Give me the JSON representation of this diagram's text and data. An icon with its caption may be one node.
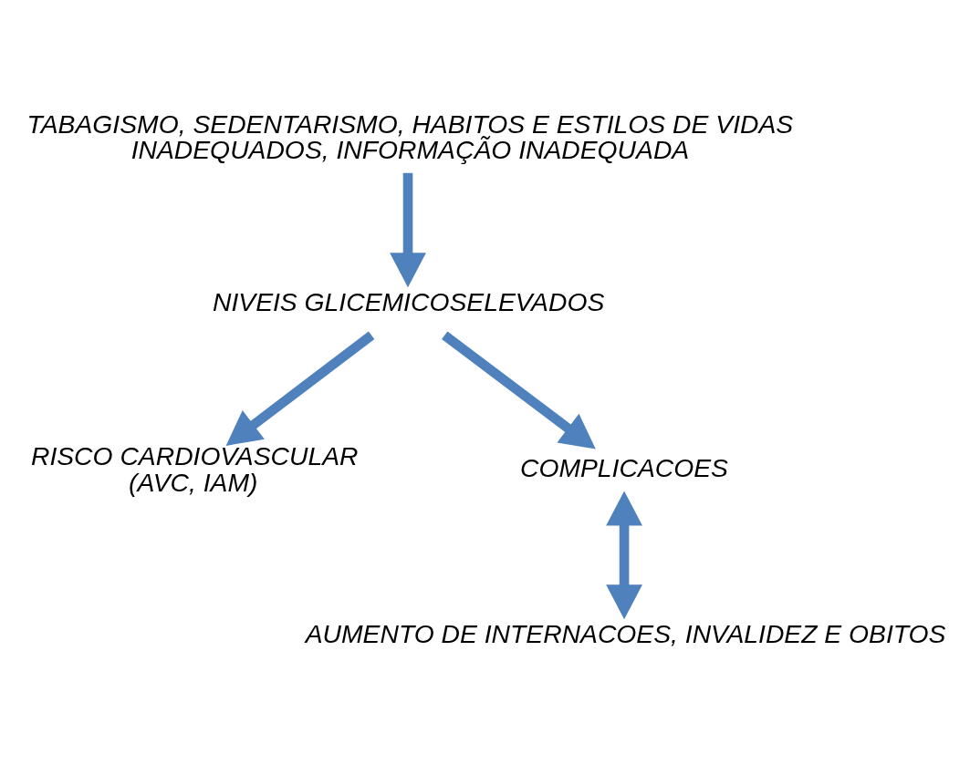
{
  "diagram": {
    "nodes": [
      {
        "text": [
          "TABAGISMO, SEDENTARISMO, HABITOS E ESTILOS DE VIDAS INADEQUADOS, INFORMAÇÃO INADEQUADA"
        ]
      },
      {
        "text": [
          "NIVEIS GLICEMICOSELEVADOS"
        ]
      },
      {
        "text": [
          "RISCO CARDIOVASCULAR"
        ],
        "beside": [
          "(AVC, IAM)"
        ]
      },
      {
        "text": [
          "COMPLICACOES"
        ]
      },
      {
        "text": [
          "AUMENTO DE INTERNACOES, INVALIDEZ E OBITOS"
        ]
      }
    ],
    "edges": [
      {
        "from": 0,
        "to": 1,
        "arrow": "to"
      },
      {
        "from": 1,
        "to": 2,
        "arrow": "to"
      },
      {
        "from": 1,
        "to": 3,
        "arrow": "to"
      },
      {
        "from": 3,
        "to": 4,
        "arrow": "both"
      }
    ]
  }
}
